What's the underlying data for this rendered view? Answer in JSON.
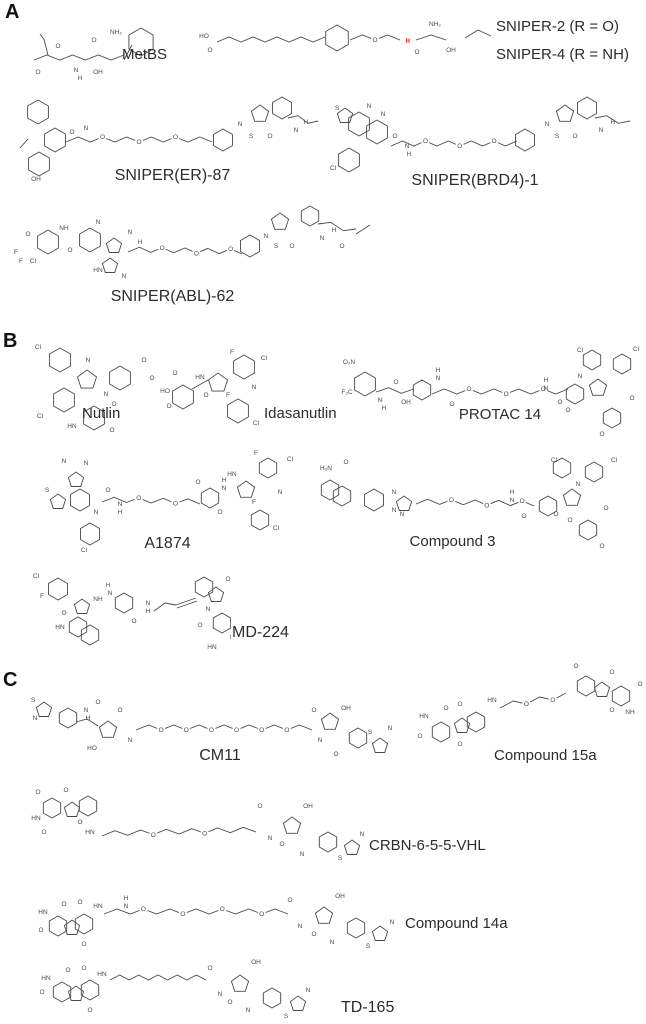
{
  "figure": {
    "type": "chemical-structures-figure",
    "colors": {
      "background": "#ffffff",
      "text": "#2c2c2c",
      "structure": "#4a4a4a",
      "highlight": "#e8322a"
    },
    "variable_atom": "R",
    "atom_labels": [
      "O",
      "N",
      "H",
      "S",
      "F",
      "Cl",
      "HO",
      "OH",
      "HN",
      "NH",
      "NH2",
      "H2N",
      "O2N",
      "F3C"
    ],
    "panels": [
      {
        "label": "A",
        "compounds": [
          {
            "name": "MetBS"
          },
          {
            "name": "SNIPER-2 (R = O)"
          },
          {
            "name": "SNIPER-4 (R = NH)"
          },
          {
            "name": "SNIPER(ER)-87"
          },
          {
            "name": "SNIPER(BRD4)-1"
          },
          {
            "name": "SNIPER(ABL)-62"
          }
        ]
      },
      {
        "label": "B",
        "compounds": [
          {
            "name": "Nutlin"
          },
          {
            "name": "Idasanutlin"
          },
          {
            "name": "PROTAC 14"
          },
          {
            "name": "A1874"
          },
          {
            "name": "Compound 3"
          },
          {
            "name": "MD-224"
          }
        ]
      },
      {
        "label": "C",
        "compounds": [
          {
            "name": "CM11"
          },
          {
            "name": "Compound 15a"
          },
          {
            "name": "CRBN-6-5-5-VHL"
          },
          {
            "name": "Compound 14a"
          },
          {
            "name": "TD-165"
          }
        ]
      }
    ]
  }
}
